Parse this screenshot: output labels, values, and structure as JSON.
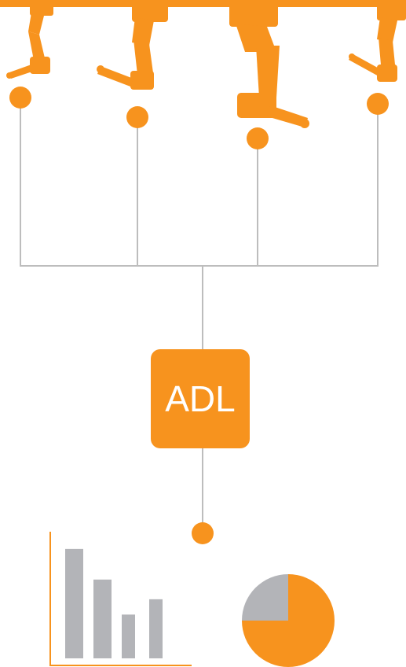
{
  "colors": {
    "accent": "#F7931E",
    "line": "#BDBDBD",
    "bar": "#B3B4B8",
    "pie_secondary": "#B3B4B8",
    "background": "#FFFFFF"
  },
  "hub": {
    "label": "ADL"
  },
  "robots": [
    {
      "name": "robot-arm-1"
    },
    {
      "name": "robot-arm-2"
    },
    {
      "name": "robot-arm-3"
    },
    {
      "name": "robot-arm-4"
    }
  ],
  "chart_data": [
    {
      "type": "bar",
      "categories": [
        "",
        "",
        "",
        ""
      ],
      "values": [
        100,
        72,
        40,
        54
      ],
      "ylim": [
        0,
        115
      ],
      "grid": false,
      "title": "",
      "xlabel": "",
      "ylabel": ""
    },
    {
      "type": "pie",
      "values": [
        75,
        25
      ],
      "title": ""
    }
  ]
}
